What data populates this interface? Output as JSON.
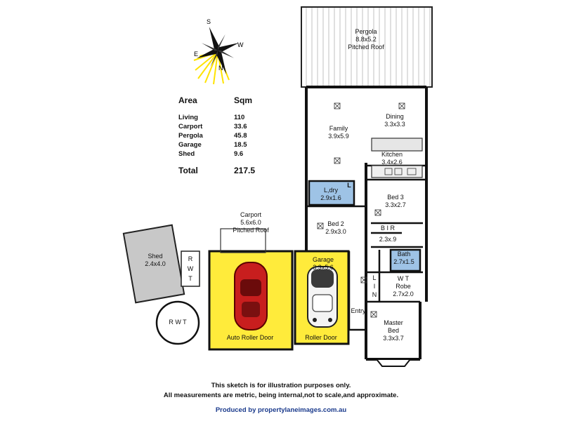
{
  "compass": {
    "n": "N",
    "s": "S",
    "e": "E",
    "w": "W"
  },
  "area_table": {
    "header": {
      "area": "Area",
      "sqm": "Sqm"
    },
    "rows": [
      {
        "name": "Living",
        "value": "110"
      },
      {
        "name": "Carport",
        "value": "33.6"
      },
      {
        "name": "Pergola",
        "value": "45.8"
      },
      {
        "name": "Garage",
        "value": "18.5"
      },
      {
        "name": "Shed",
        "value": "9.6"
      }
    ],
    "total": {
      "name": "Total",
      "value": "217.5"
    }
  },
  "rooms": {
    "pergola": {
      "name": "Pergola",
      "dims": "8.8x5.2",
      "note": "Pitched Roof"
    },
    "family": {
      "name": "Family",
      "dims": "3.9x5.9"
    },
    "dining": {
      "name": "Dining",
      "dims": "3.3x3.3"
    },
    "kitchen": {
      "name": "Kitchen",
      "dims": "3.4x2.6"
    },
    "laundry": {
      "name": "L,dry",
      "dims": "2.9x1.6",
      "mark": "L"
    },
    "bed3": {
      "name": "Bed 3",
      "dims": "3.3x2.7"
    },
    "bir": {
      "name": "B I R",
      "dims": "2.3x.9"
    },
    "bed2": {
      "name": "Bed 2",
      "dims": "2.9x3.0"
    },
    "carport": {
      "name": "Carport",
      "dims": "5.6x6.0",
      "note": "Pitched Roof"
    },
    "garage": {
      "name": "Garage",
      "dims": "3.3x5.6"
    },
    "bath": {
      "name": "Bath",
      "dims": "2.7x1.5"
    },
    "lin": {
      "chars": [
        "L",
        "I",
        "N"
      ]
    },
    "robe": {
      "name": "W T",
      "dims": "Robe",
      "extra": "2.7x2.0"
    },
    "entry": {
      "name": "Entry"
    },
    "master": {
      "name": "Master",
      "name2": "Bed",
      "dims": "3.3x3.7"
    },
    "shed": {
      "name": "Shed",
      "dims": "2.4x4.0"
    },
    "rwt_small": {
      "chars": [
        "R",
        "W",
        "T"
      ]
    },
    "rwt_round": {
      "label": "R W T"
    },
    "auto_roller": {
      "label": "Auto Roller Door"
    },
    "roller": {
      "label": "Roller Door"
    }
  },
  "colors": {
    "carport_fill": "#ffeb3b",
    "wet_fill": "#9ec3e6",
    "shed_fill": "#c8c8c8",
    "compass_glow": "#ffe300"
  },
  "footer": {
    "line1": "This sketch is for illustration purposes only.",
    "line2": "All measurements are metric, being internal,not to scale,and approximate.",
    "credit": "Produced by propertylaneimages.com.au"
  }
}
